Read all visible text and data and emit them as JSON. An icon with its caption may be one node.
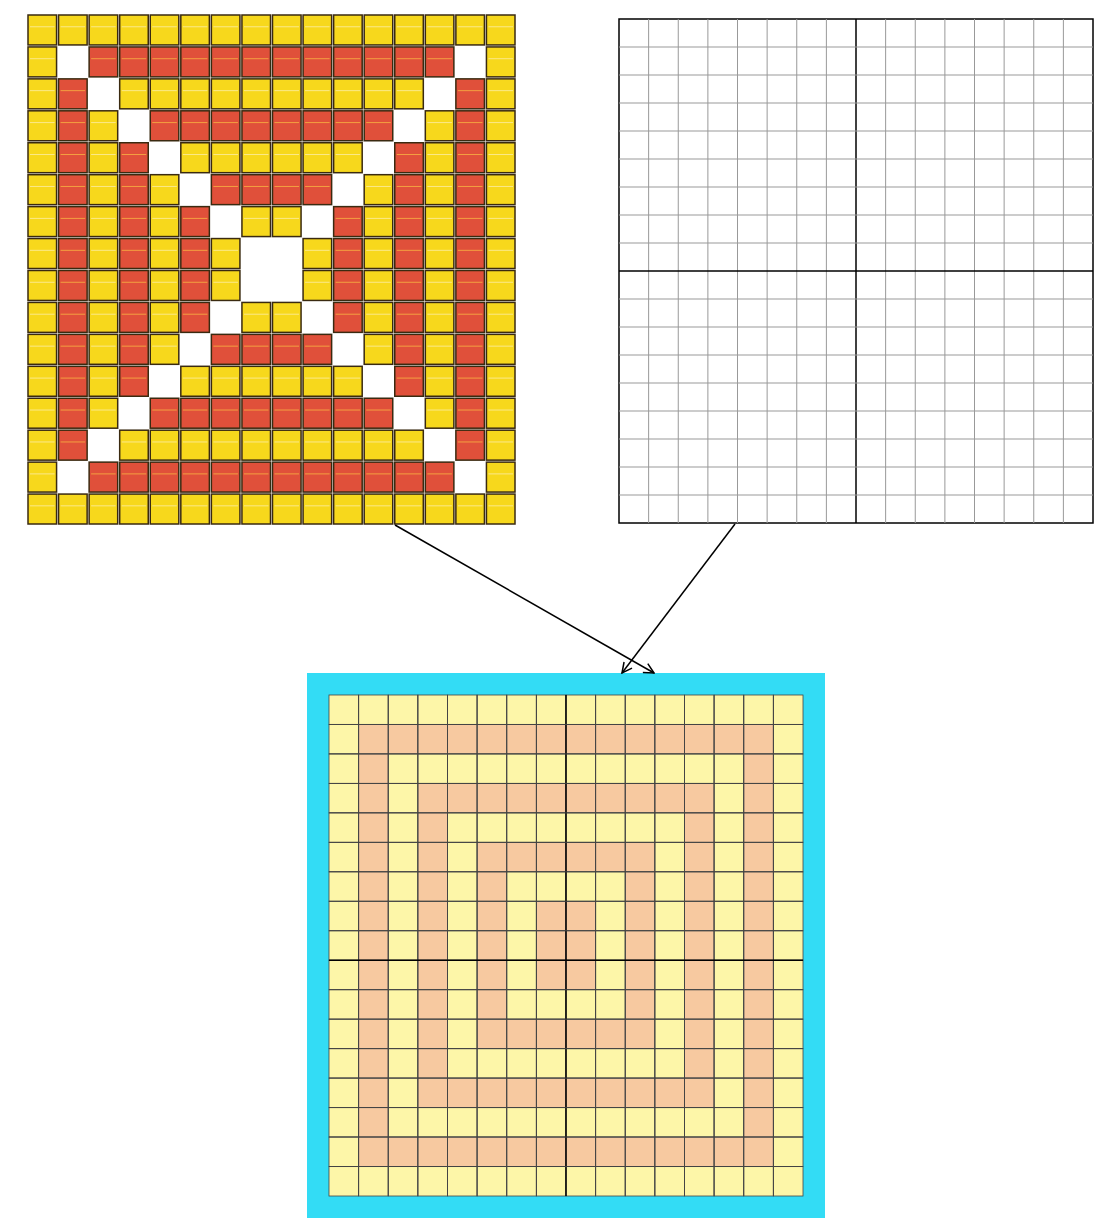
{
  "diagram": {
    "nodes": [
      {
        "text": [],
        "shape": "picture"
      },
      {
        "text": [],
        "shape": "picture"
      },
      {
        "text": [],
        "shape": "picture"
      }
    ],
    "edges": [
      {
        "from": 0,
        "to": 2,
        "arrow": "to"
      },
      {
        "from": 1,
        "to": 2,
        "arrow": "to"
      }
    ]
  }
}
